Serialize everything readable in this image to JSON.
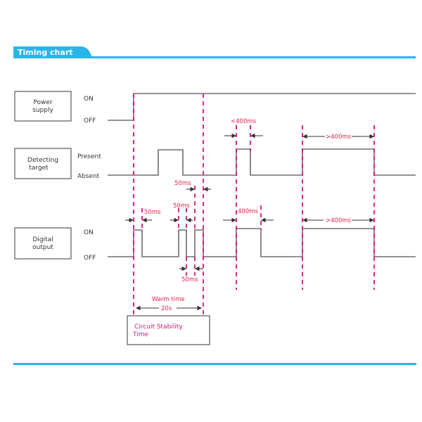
{
  "header": {
    "title": "Timing chart",
    "accent_color": "#29b5e8"
  },
  "colors": {
    "signal": "#6e6e6e",
    "marker": "#d4147c",
    "annotation": "#e8234a"
  },
  "signals": [
    {
      "name_line1": "Power",
      "name_line2": "supply",
      "high_label": "ON",
      "low_label": "OFF"
    },
    {
      "name_line1": "Detecting",
      "name_line2": "target",
      "high_label": "Present",
      "low_label": "Absent"
    },
    {
      "name_line1": "Digital",
      "name_line2": "output",
      "high_label": "ON",
      "low_label": "OFF"
    }
  ],
  "annotations": {
    "detect_50ms": "50ms",
    "output_50ms_a": "50ms",
    "output_50ms_b": "50ms",
    "output_50ms_c": "50ms",
    "detect_lt400": "<400ms",
    "output_400": "400ms",
    "detect_gt400": ">400ms",
    "output_gt400": ">400ms",
    "warm_time": "Warm time",
    "warm_value": "20s"
  },
  "stability_box": {
    "line1": "Circuit Stability",
    "line2": "Time"
  }
}
